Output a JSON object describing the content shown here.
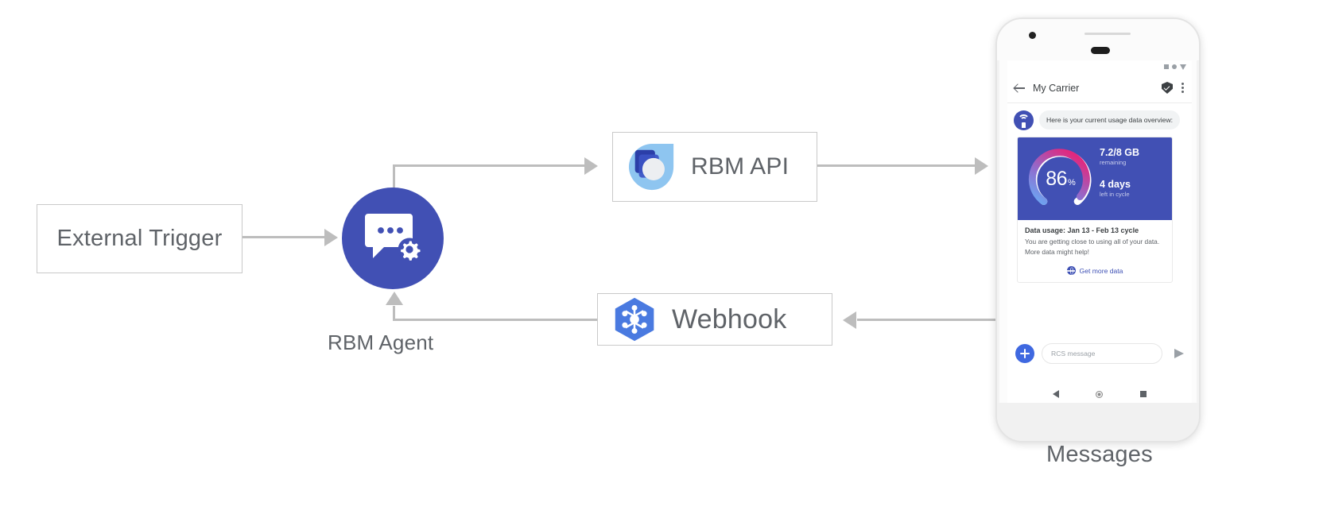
{
  "diagram": {
    "nodes": {
      "external_trigger": {
        "label": "External Trigger"
      },
      "rbm_agent": {
        "label": "RBM Agent",
        "icon": "chat-gear-icon",
        "color": "#4150b4"
      },
      "rbm_api": {
        "label": "RBM API",
        "icon": "rbm-api-icon"
      },
      "webhook": {
        "label": "Webhook",
        "icon": "webhook-hexagon-icon",
        "color": "#4a7ae0"
      },
      "messages": {
        "label": "Messages"
      }
    }
  },
  "phone": {
    "statusbar": {
      "icons": [
        "square-icon",
        "circle-icon",
        "triangle-icon"
      ]
    },
    "appbar": {
      "back": "back-arrow-icon",
      "title": "My Carrier",
      "verified": "verified-shield-icon",
      "overflow": "overflow-menu-icon"
    },
    "conversation": {
      "avatar": "carrier-wifi-avatar",
      "message": "Here is your current usage data overview:",
      "card": {
        "gauge": {
          "value": "86",
          "symbol": "%",
          "percent": 86
        },
        "data_remaining": {
          "value": "7.2/8 GB",
          "caption": "remaining"
        },
        "days_left": {
          "value": "4 days",
          "caption": "left in cycle"
        },
        "title": "Data usage: Jan 13 - Feb 13 cycle",
        "body": "You are getting close to using all of your data. More data might help!",
        "action": {
          "label": "Get more data",
          "icon": "globe-icon",
          "color": "#3f51b5"
        }
      }
    },
    "composer": {
      "add": "plus-icon",
      "placeholder": "RCS message",
      "value": "",
      "send": "send-icon"
    },
    "navbar": {
      "back": "nav-back-icon",
      "home": "nav-home-icon",
      "recents": "nav-recents-icon"
    }
  },
  "colors": {
    "agent_blue": "#4150b4",
    "card_blue": "#4150b4",
    "link_blue": "#3f51b5",
    "connector_gray": "#bdbdbd",
    "box_border": "#c9c9c9",
    "text_gray": "#5f6368"
  }
}
